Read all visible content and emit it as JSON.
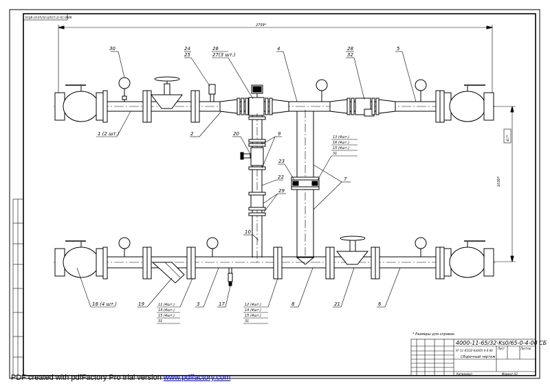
{
  "drawing": {
    "corner_code": "ЗСЦВ-14.65/32-ЦЛ(15.2)-01-0008",
    "dim_top": "2759*",
    "dim_right_v": "1030*",
    "dim_right_v2": "417*",
    "note": "* Размеры для справок.",
    "positions": {
      "p30": "30",
      "p24": "24",
      "p25": "25",
      "p26": "26",
      "p27": "27(3 шт.)",
      "p4": "4",
      "p28": "28",
      "p32": "32",
      "p5": "5",
      "p1": "1 (2 шт.)",
      "p2": "2",
      "p20": "20",
      "p9": "9",
      "p13": "13 (4шт.)",
      "p16": "16 (4шт.)",
      "p15a": "15 (4шт.)",
      "p31a": "31",
      "p23": "23",
      "p7": "7",
      "p22": "22",
      "p29": "29",
      "p10": "10",
      "p18": "18 (4 шт.)",
      "p19": "19",
      "p11": "11 (4шт.)",
      "p14a": "14 (4шт.)",
      "p15b": "15 (4шт.)",
      "p31b": "31",
      "p3": "3",
      "p17": "17",
      "p12": "12 (4шт.)",
      "p14b": "14 (4шт.)",
      "p15c": "15 (4шт.)",
      "p31c": "31",
      "p8": "8",
      "p21": "21",
      "p6": "6"
    },
    "title_block": {
      "designation": "4000-11-65/32-Ks0/65-0-4-00 СБ",
      "sub_designation": "УГ-11-65/32-Ks0/65-0-4-00",
      "name": "Сборочный чертеж",
      "sheet_label": "Лист",
      "sheets_label": "Листов",
      "copied": "Копировал",
      "format": "Формат  А3"
    }
  },
  "footer": {
    "text": "PDF created with pdfFactory Pro trial version ",
    "link": "www.pdffactory.com"
  }
}
